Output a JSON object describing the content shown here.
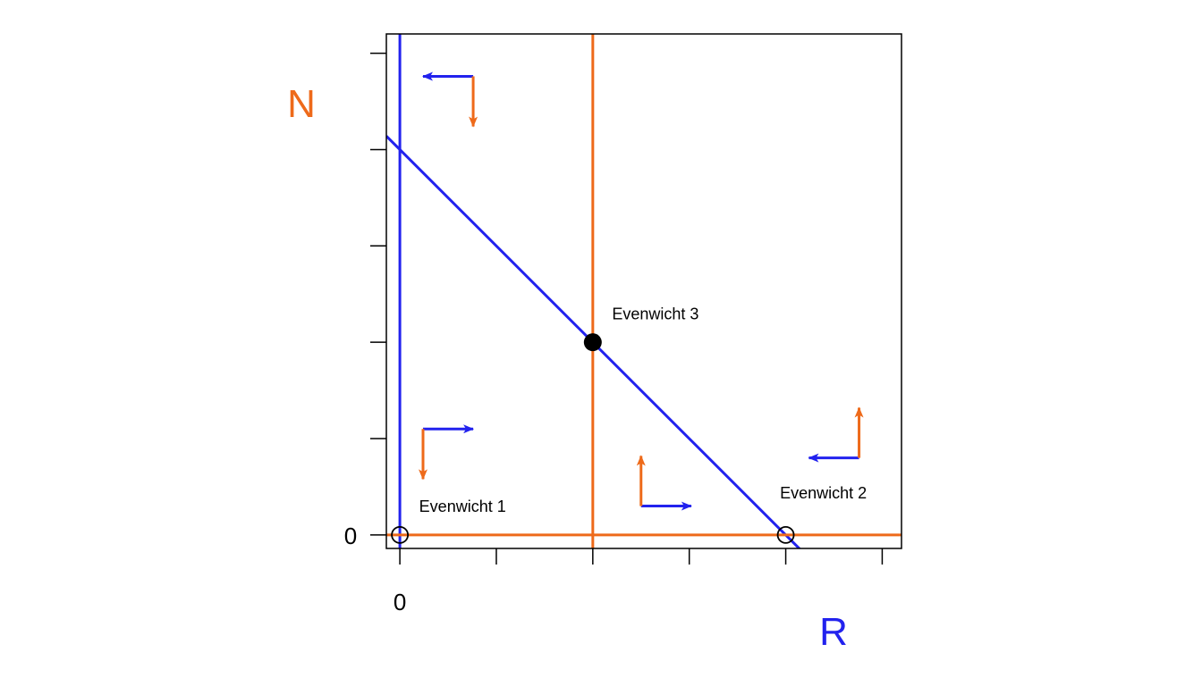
{
  "chart_data": {
    "type": "phase-plane",
    "xlabel": "R",
    "ylabel": "N",
    "colors": {
      "R": "#2222ee",
      "N": "#ee6a1a",
      "frame": "#000000",
      "point": "#000000"
    },
    "xlim": [
      -0.07,
      2.6
    ],
    "ylim": [
      -0.07,
      2.6
    ],
    "x_ticks": [
      0,
      0.5,
      1,
      1.5,
      2,
      2.5
    ],
    "y_ticks": [
      0,
      0.5,
      1,
      1.5,
      2,
      2.5
    ],
    "x_tick_labels": [
      {
        "value": 0,
        "label": "0"
      }
    ],
    "y_tick_labels": [
      {
        "value": 0,
        "label": "0"
      }
    ],
    "nullclines": [
      {
        "name": "R-nullcline",
        "color": "R",
        "points": [
          [
            0,
            -0.07
          ],
          [
            0,
            2.6
          ]
        ]
      },
      {
        "name": "R-nullcline",
        "color": "R",
        "points": [
          [
            -0.07,
            2.07
          ],
          [
            2.08,
            -0.08
          ]
        ]
      },
      {
        "name": "N-nullcline",
        "color": "N",
        "points": [
          [
            1,
            -0.07
          ],
          [
            1,
            2.6
          ]
        ]
      },
      {
        "name": "N-nullcline",
        "color": "N",
        "points": [
          [
            -0.07,
            0
          ],
          [
            2.6,
            0
          ]
        ]
      }
    ],
    "equilibria": [
      {
        "label": "Evenwicht 1",
        "x": 0,
        "y": 0,
        "stable": false,
        "label_dx": 0.1,
        "label_dy": 0.12
      },
      {
        "label": "Evenwicht 2",
        "x": 2,
        "y": 0,
        "stable": false,
        "label_dx": -0.03,
        "label_dy": 0.19
      },
      {
        "label": "Evenwicht 3",
        "x": 1,
        "y": 1,
        "stable": true,
        "label_dx": 0.1,
        "label_dy": 0.12
      }
    ],
    "direction_markers": [
      {
        "x": 0.38,
        "y": 2.38,
        "dx": -0.26,
        "dy": -0.26
      },
      {
        "x": 0.12,
        "y": 0.55,
        "dx": 0.26,
        "dy": -0.26
      },
      {
        "x": 1.25,
        "y": 0.15,
        "dx": 0.26,
        "dy": 0.26
      },
      {
        "x": 2.38,
        "y": 0.4,
        "dx": -0.26,
        "dy": 0.26
      }
    ]
  }
}
